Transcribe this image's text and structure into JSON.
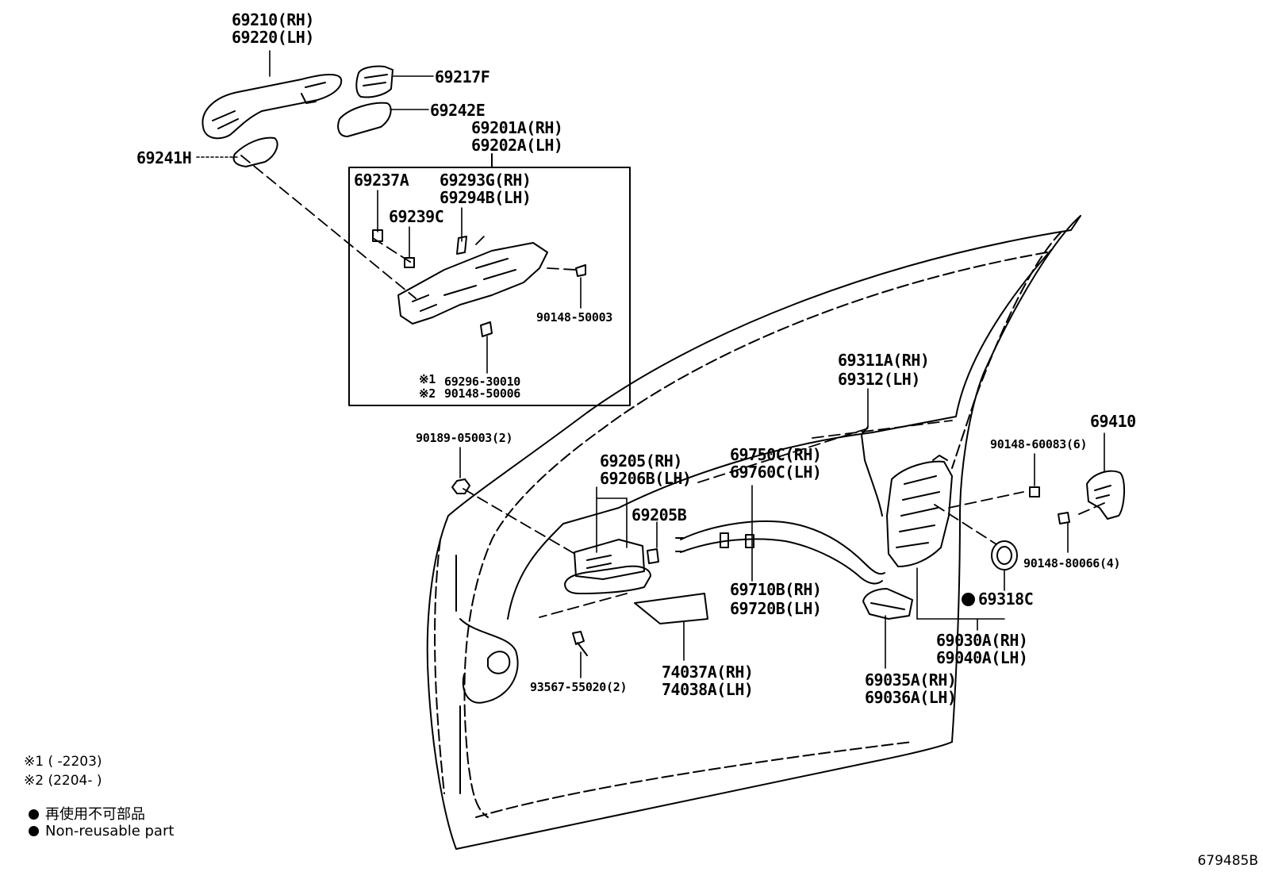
{
  "labels": {
    "p69210": "69210(RH)",
    "p69220": "69220(LH)",
    "p69217F": "69217F",
    "p69242E": "69242E",
    "p69241H": "69241H",
    "p69201A": "69201A(RH)",
    "p69202A": "69202A(LH)",
    "p69237A": "69237A",
    "p69293G": "69293G(RH)",
    "p69294B": "69294B(LH)",
    "p69239C": "69239C",
    "p90148_50003": "90148-50003",
    "p69296": "69296-30010",
    "p90148_50006": "90148-50006",
    "mark1": "※1",
    "mark2": "※2",
    "p90189": "90189-05003(2)",
    "p69205": "69205(RH)",
    "p69206B": "69206B(LH)",
    "p69205B": "69205B",
    "p69750C": "69750C(RH)",
    "p69760C": "69760C(LH)",
    "p69311A": "69311A(RH)",
    "p69312": "69312(LH)",
    "p69410": "69410",
    "p90148_60083": "90148-60083(6)",
    "p90148_80066": "90148-80066(4)",
    "p69318C": "69318C",
    "p69710B": "69710B(RH)",
    "p69720B": "69720B(LH)",
    "p69030A": "69030A(RH)",
    "p69040A": "69040A(LH)",
    "p69035A": "69035A(RH)",
    "p69036A": "69036A(LH)",
    "p74037A": "74037A(RH)",
    "p74038A": "74038A(LH)",
    "p93567": "93567-55020(2)"
  },
  "notes": {
    "note1": "※1 (      -2203)",
    "note2": "※2 (2204-      )"
  },
  "legend": {
    "jp": "再使用不可部品",
    "en": "Non-reusable part"
  },
  "figure_code": "679485B"
}
